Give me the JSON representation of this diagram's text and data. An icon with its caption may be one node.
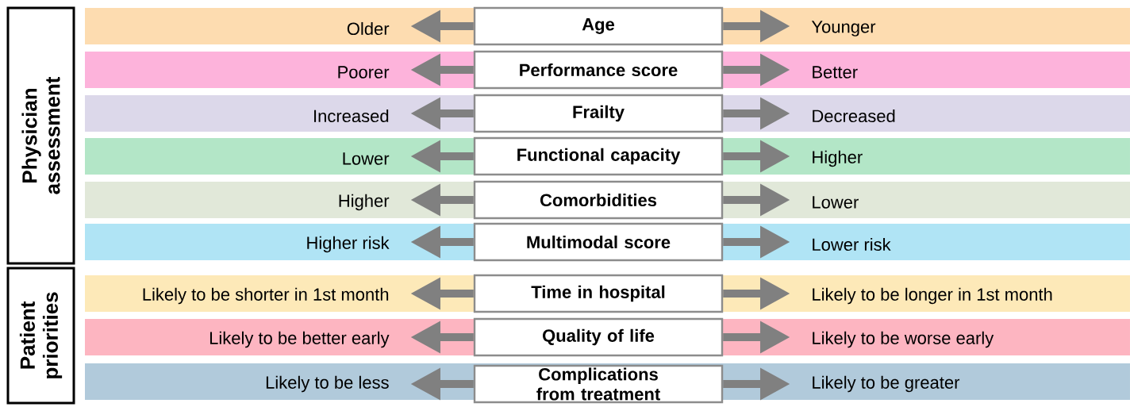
{
  "diagram": {
    "nodes": [
      {
        "text": [
          "Physician assessment"
        ]
      },
      {
        "text": [
          "Older"
        ]
      },
      {
        "text": [
          "Age"
        ]
      },
      {
        "text": [
          "Younger"
        ]
      },
      {
        "text": [
          "Poorer"
        ]
      },
      {
        "text": [
          "Performance score"
        ]
      },
      {
        "text": [
          "Better"
        ]
      },
      {
        "text": [
          "Increased"
        ]
      },
      {
        "text": [
          "Frailty"
        ]
      },
      {
        "text": [
          "Decreased"
        ]
      },
      {
        "text": [
          "Lower"
        ]
      },
      {
        "text": [
          "Functional capacity"
        ]
      },
      {
        "text": [
          "Higher"
        ]
      },
      {
        "text": [
          "Higher"
        ]
      },
      {
        "text": [
          "Comorbidities"
        ]
      },
      {
        "text": [
          "Lower"
        ]
      },
      {
        "text": [
          "Higher risk"
        ]
      },
      {
        "text": [
          "Multimodal score"
        ]
      },
      {
        "text": [
          "Lower risk"
        ]
      },
      {
        "text": [
          "Patient priorities"
        ]
      },
      {
        "text": [
          "Likely to be shorter in 1st month"
        ]
      },
      {
        "text": [
          "Time in hospital"
        ]
      },
      {
        "text": [
          "Likely to be longer in 1st month"
        ]
      },
      {
        "text": [
          "Likely to be better early"
        ]
      },
      {
        "text": [
          "Quality of life"
        ]
      },
      {
        "text": [
          "Likely to be worse early"
        ]
      },
      {
        "text": [
          "Likely to be less"
        ]
      },
      {
        "text": [
          "Complications from treatment"
        ]
      },
      {
        "text": [
          "Likely to be greater"
        ]
      }
    ],
    "edges": [
      {
        "from": 2,
        "to": 1,
        "arrow": "to"
      },
      {
        "from": 2,
        "to": 3,
        "arrow": "to"
      },
      {
        "from": 5,
        "to": 4,
        "arrow": "to"
      },
      {
        "from": 5,
        "to": 6,
        "arrow": "to"
      },
      {
        "from": 8,
        "to": 7,
        "arrow": "to"
      },
      {
        "from": 8,
        "to": 9,
        "arrow": "to"
      },
      {
        "from": 11,
        "to": 10,
        "arrow": "to"
      },
      {
        "from": 11,
        "to": 12,
        "arrow": "to"
      },
      {
        "from": 14,
        "to": 13,
        "arrow": "to"
      },
      {
        "from": 14,
        "to": 15,
        "arrow": "to"
      },
      {
        "from": 17,
        "to": 16,
        "arrow": "to"
      },
      {
        "from": 17,
        "to": 18,
        "arrow": "to"
      },
      {
        "from": 21,
        "to": 20,
        "arrow": "to"
      },
      {
        "from": 21,
        "to": 22,
        "arrow": "to"
      },
      {
        "from": 24,
        "to": 23,
        "arrow": "to"
      },
      {
        "from": 24,
        "to": 25,
        "arrow": "to"
      },
      {
        "from": 27,
        "to": 26,
        "arrow": "to"
      },
      {
        "from": 27,
        "to": 28,
        "arrow": "to"
      }
    ]
  }
}
